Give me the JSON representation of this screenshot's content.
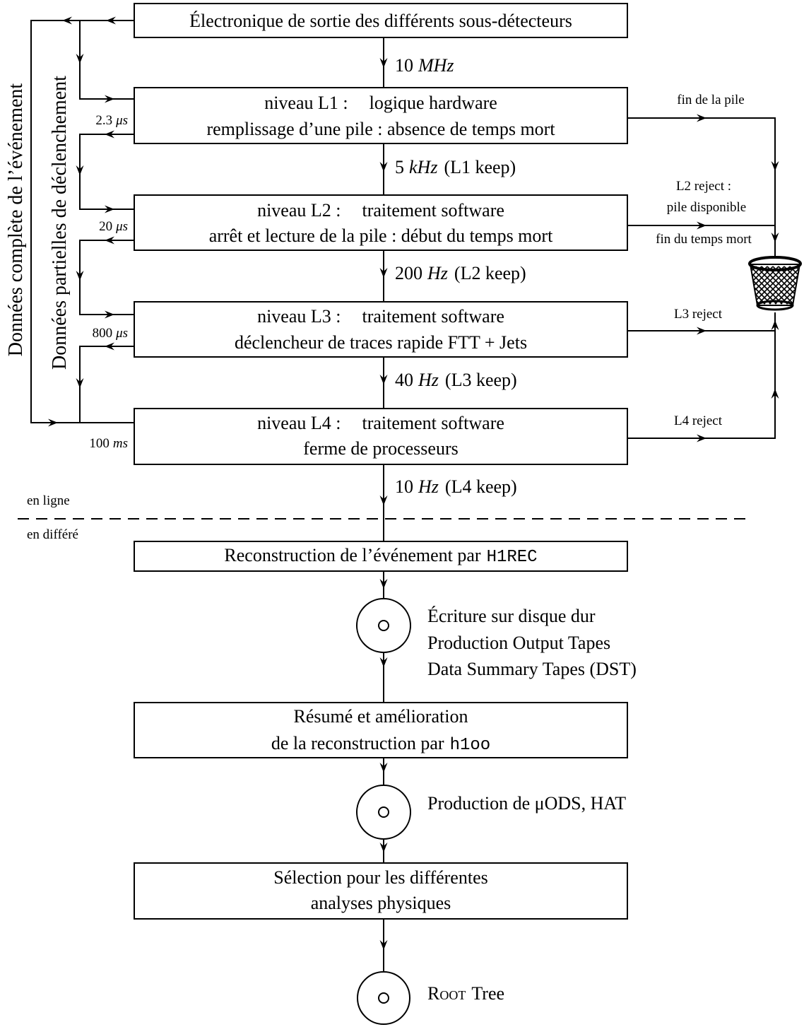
{
  "title_box": "Électronique de sortie des différents sous-détecteurs",
  "rates": [
    {
      "value": "10",
      "unit": "MHz"
    },
    {
      "value": "5",
      "unit": "kHz",
      "note": "(L1 keep)"
    },
    {
      "value": "200",
      "unit": "Hz",
      "note": "(L2 keep)"
    },
    {
      "value": "40",
      "unit": "Hz",
      "note": "(L3 keep)"
    },
    {
      "value": "10",
      "unit": "Hz",
      "note": "(L4 keep)"
    }
  ],
  "levels": [
    {
      "name": "niveau L1 :",
      "kind": "logique hardware",
      "detail": "remplissage d’une pile : absence de temps mort",
      "latency": {
        "value": "2.3",
        "unit": "μs"
      }
    },
    {
      "name": "niveau L2 :",
      "kind": "traitement software",
      "detail": "arrêt et lecture de la pile : début du temps mort",
      "latency": {
        "value": "20",
        "unit": "μs"
      }
    },
    {
      "name": "niveau L3 :",
      "kind": "traitement software",
      "detail": "déclencheur de traces rapide FTT + Jets",
      "latency": {
        "value": "800",
        "unit": "μs"
      }
    },
    {
      "name": "niveau L4 :",
      "kind": "traitement software",
      "detail": "ferme de processeurs",
      "latency": {
        "value": "100",
        "unit": "ms"
      }
    }
  ],
  "side_labels": {
    "full_event": "Données complète de l’événement",
    "partial_trigger": "Données partielles de déclenchement"
  },
  "reject_labels": {
    "l1": "fin de la pile",
    "l2": [
      "L2 reject :",
      "pile disponible",
      "fin du temps mort"
    ],
    "l3": "L3 reject",
    "l4": "L4 reject"
  },
  "separator": {
    "online": "en ligne",
    "offline": "en différé"
  },
  "offline": {
    "reconstruction": {
      "text": "Reconstruction de l’événement par",
      "program": "H1REC"
    },
    "storage_1": [
      "Écriture sur disque dur",
      "Production Output Tapes",
      "Data Summary Tapes (DST)"
    ],
    "summary": {
      "line1": "Résumé et amélioration",
      "line2": "de la reconstruction par",
      "program": "h1oo"
    },
    "storage_2": "Production de μODS, HAT",
    "selection": [
      "Sélection pour les différentes",
      "analyses physiques"
    ],
    "storage_3": {
      "name": "Root",
      "suffix": "Tree"
    }
  },
  "icons": {
    "reject_bin": "trash-basket-icon",
    "storage": "disk-icon"
  }
}
